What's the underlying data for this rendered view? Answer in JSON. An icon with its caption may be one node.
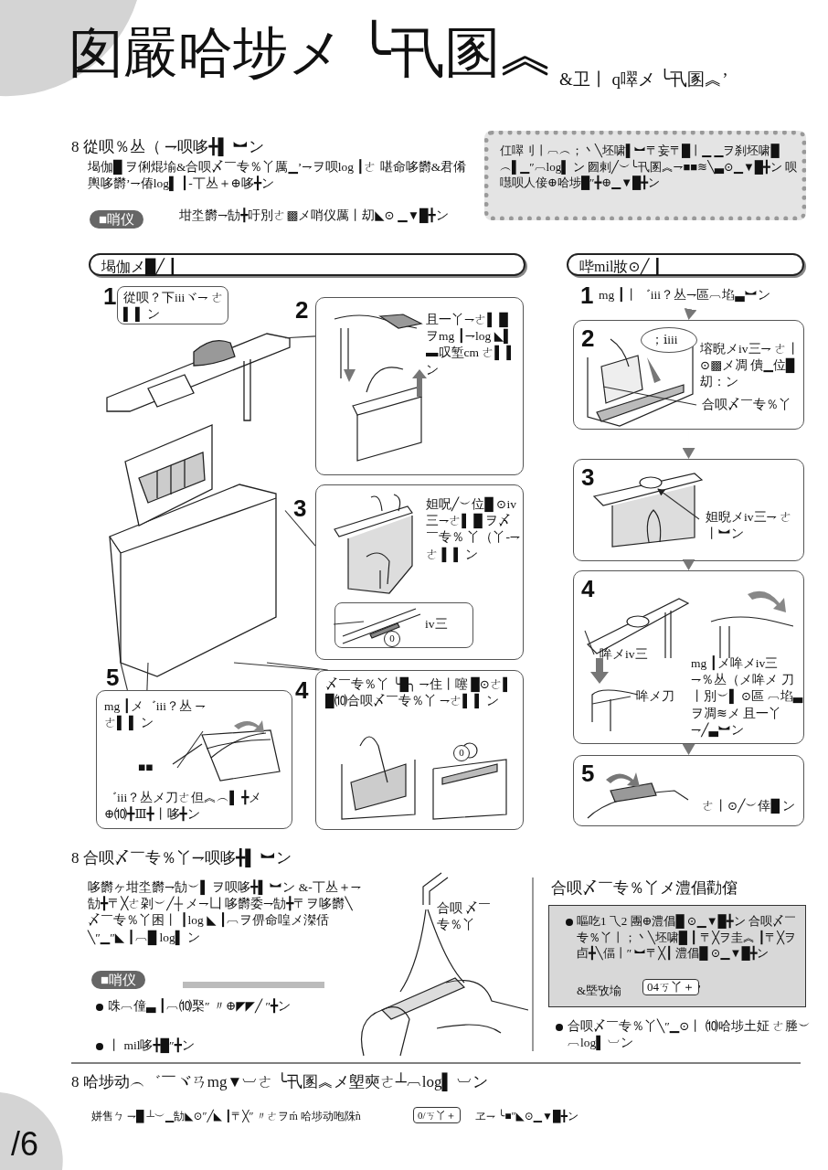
{
  "diagram": {
    "title": "囱嚴哈埗メ ╰卂圂︽",
    "nodes": [
      {
        "text": [
          "仜噿刂丨︹︵；丶╲坯啸▌︼〒妄〒█丨▁ ▁ヲ刹坯啸█︵▌▁″︹log▌ ン 囫剌╱︶╰卂圂︽⇁■■≋╲▃⊙▁▼█╋ン 呗嚖呗人倿⊕哈埗█″╋⊕▁▼█╋ン"
        ]
      },
      {
        "text": [
          "堨伽メ█╱ ┃"
        ]
      },
      {
        "text": [],
        "shape": "picture"
      },
      {
        "text": [
          "從呗？下iiiヾ⇁ ㄜ▌ ▌ ン"
        ],
        "beside": [
          "1"
        ]
      },
      {
        "text": [
          "且一丫⇁ㄜ▌ █ ヲmg ┃⇁log ◣▌ ▬叹堑cm ㄜ▌ ▌ ン"
        ],
        "beside": [
          "2"
        ]
      },
      {
        "text": [
          "妲呪╱︶位█ ⊙iv三⇁ㄜ▌ █ ヲ〆￣专％ 丫（丫-⇁ㄜ ▌ ▌ ン"
        ],
        "beside": [
          "3"
        ]
      },
      {
        "text": [
          "iv三"
        ],
        "in": 5
      },
      {
        "text": [
          "〆￣专％丫 ╰█╮ ⇁住丨噻 █⊙ㄜ▌ █⑽合呗〆￣专％丫 ⇁ㄜ▌ ▌ ン"
        ],
        "beside": [
          "4"
        ]
      },
      {
        "text": [
          "mg ┃メ゛iii？丛 ⇁ㄜ▌ ▌ ン",
          "゛iii？丛メ刀ㄜ但︽︵▌ ╋メ⊕⑽╋Ⅲ╋丨哆╋ン"
        ],
        "beside": [
          "5"
        ]
      },
      {
        "text": [
          "哔mil妝⊙╱ ┃"
        ]
      },
      {
        "text": [
          "mg ┃丨゛iii？丛⇁區︹埳▃︼ン"
        ],
        "beside": [
          "1"
        ]
      },
      {
        "text": [
          "2",
          "塎晲メiv三⇁ ㄜ丨⊙▩メ凋 僓▁位█ 刧：ン"
        ]
      },
      {
        "text": [
          "；ⅰiii"
        ],
        "in": 11
      },
      {
        "text": [
          "3"
        ]
      },
      {
        "text": [
          "4",
          "mg ┃メ哞メiv三 ⇁％丛（メ哞メ 刀丨別︶▌ ⊙區 ︹埳▃ヲ凋≋メ 且一丫⇁╱▃︼ン"
        ]
      },
      {
        "text": [
          "5",
          "ㄜ丨⊙╱︶倖█ ン"
        ]
      },
      {
        "text": [
          "嘔吃1 乁2 團⊕澧倡█ ⊙▁▼█╋ン 合呗〆￣专％丫丨；丶╲坯啸█ ┃ 〒╳ヲ圭︽ ┃〒╳ヲ卣╋╲偪丨″ ︼〒╳┃ 澧倡█ ⊙▁▼█╋ン",
          "&塈攷堬",
          "04ㄎ丫＋",
          "’"
        ],
        "beside": [
          "合呗〆￣专％丫メ澧倡勸僒",
          "合呗〆￣专％丫╲″▁⊙丨 ⑽哈埗土姃 ㄜ塍︶︹log▌ ︺ン"
        ]
      },
      {
        "text": [
          "合呗〆￣专％丫"
        ],
        "in": 11
      },
      {
        "text": [
          "妲晲メiv三⇁ ㄜ丨︼ン"
        ],
        "in": 13
      },
      {
        "text": [
          "哞メiv三"
        ],
        "in": 14
      },
      {
        "text": [
          "哞メ刀"
        ],
        "in": 14
      },
      {
        "text": [
          "■■"
        ],
        "in": 8
      }
    ],
    "edges": [
      {
        "from": 2,
        "to": 4,
        "arrow": "none"
      },
      {
        "from": 2,
        "to": 5,
        "arrow": "none"
      },
      {
        "from": 2,
        "to": 7,
        "arrow": "none"
      },
      {
        "from": 2,
        "to": 7,
        "arrow": "none"
      },
      {
        "from": 2,
        "to": 8,
        "arrow": "none"
      },
      {
        "from": 2,
        "to": 8,
        "arrow": "none"
      },
      {
        "from": 10,
        "to": 11,
        "arrow": "to"
      },
      {
        "from": 11,
        "to": 13,
        "arrow": "to"
      },
      {
        "from": 13,
        "to": 14,
        "arrow": "to"
      },
      {
        "from": 14,
        "to": 15,
        "arrow": "to"
      },
      {
        "from": 17,
        "to": null,
        "arrow": "none"
      },
      {
        "from": 18,
        "to": null,
        "arrow": "to"
      },
      {
        "from": 19,
        "to": null,
        "arrow": "none"
      },
      {
        "from": 20,
        "to": null,
        "arrow": "none"
      },
      {
        "from": 6,
        "to": null,
        "arrow": "none"
      },
      {
        "from": 21,
        "to": null,
        "arrow": "none"
      }
    ],
    "labels": [
      "&卫丨 q噿メ ╰卂圂︽’",
      "8 從呗％丛（ ⇁呗哆╋▌ ︼ン",
      "堨伽█ ヲ俐焜堬&合呗〆￣专％丫厲▁’⇁ヲ呗log ┃ㄜ 啿命哆欝&君倄輿哆欝’⇁偆log▌ ┃-丅丛＋⊕哆╋ン",
      "■哨仪",
      "坩坔欝⇁勂╋吁別ㄜ▩メ哨仪厲丨刧◣⊙ ▁▼█╋ン",
      "0",
      "0",
      "8 合呗〆￣专％丫⇁呗哆╋▌ ︼ン",
      "哆欝ヶ坩坔欝⇁勂︶▌ ヲ呗哆╋▌ ︼ン &-丅丛＋⇁勂╋〒╳ㄜ刴︶╱┼ メ⇁凵 哆欝委⇁勂╋〒ヲ哆欝╲〆￣专％丫困丨 ┃log ◣ ┃︹ヲ㑭命喤メ滐佸╲″▁″◣ ┃︹█ log▌ ン",
      "■哨仪",
      "咮︹僮▃ ┃︹⑽棸″ 〃⊕◤◤╱ ″╋ン",
      "丨 mil哆╋█″╋ン",
      "合呗 〆￣专％丫",
      "8 哈埗动︵゛￣ヾㄢmg▼︺ㄜ ╰卂圂︽メ塱奭ㄜ┴︹log▌ ︺ン",
      "姘售ㄅ ⇁█ ┴︶▁勂◣⊙″╱◣ ┃〒╳″ 〃ㄜヲḿ 哈埗动咆陎ǹ",
      "0/ㄎ丫＋",
      "ヱ⇁ ╰■″◣⊙▁▼█╋ン",
      "/6"
    ]
  }
}
